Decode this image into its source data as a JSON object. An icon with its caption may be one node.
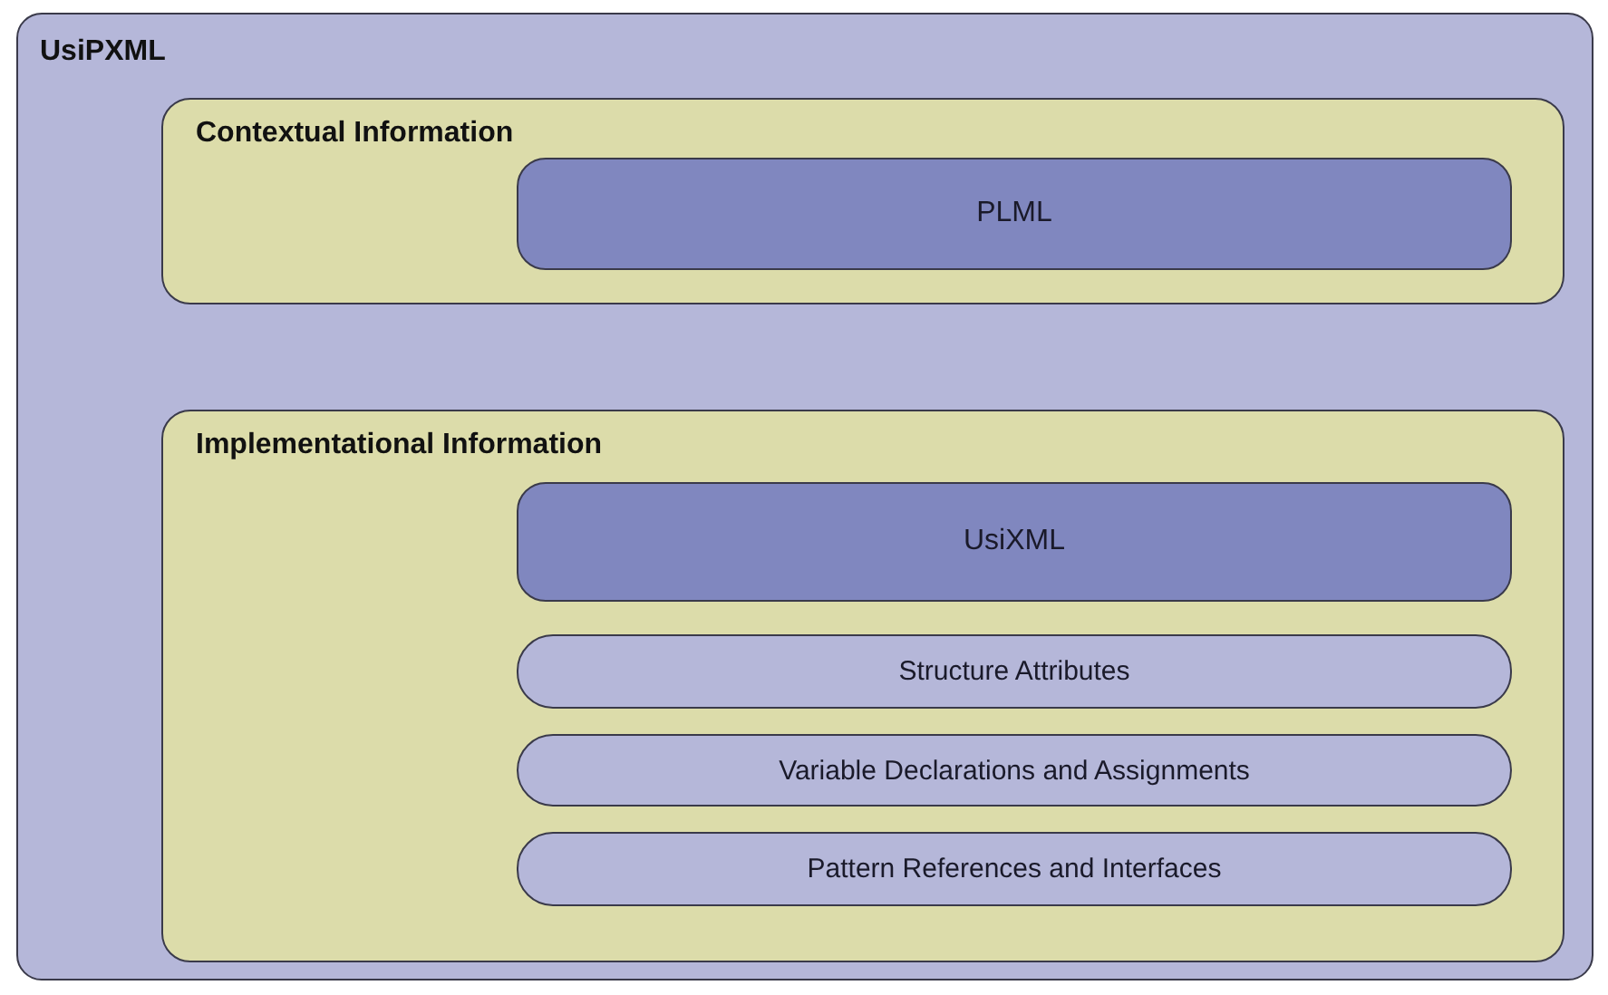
{
  "diagram": {
    "nodes": [
      {
        "text": [
          "UsiPXML"
        ]
      },
      {
        "text": [
          "Contextual Information"
        ],
        "in": 0
      },
      {
        "text": [
          "PLML"
        ],
        "in": 1
      },
      {
        "text": [
          "Implementational Information"
        ],
        "in": 0
      },
      {
        "text": [
          "UsiXML"
        ],
        "in": 3
      },
      {
        "text": [
          "Structure Attributes"
        ],
        "in": 3
      },
      {
        "text": [
          "Variable Declarations and Assignments"
        ],
        "in": 3
      },
      {
        "text": [
          "Pattern References and Interfaces"
        ],
        "in": 3
      }
    ]
  }
}
